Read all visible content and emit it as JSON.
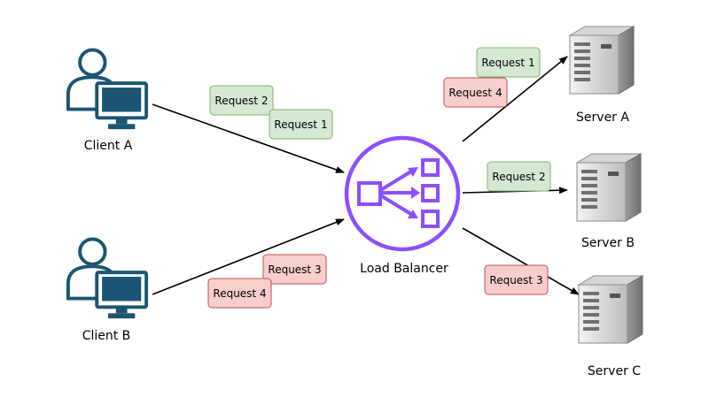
{
  "colors": {
    "client_icon": "#1b5573",
    "balancer": "#8c4fff",
    "green_fill": "#d5e8d4",
    "green_stroke": "#82b366",
    "red_fill": "#f8cecc",
    "red_stroke": "#b85450",
    "server_light": "#ececec",
    "server_dark": "#8a8a8a"
  },
  "icons": {
    "client": "user-computer-icon",
    "balancer": "load-balancer-icon",
    "server": "server-tower-icon"
  },
  "clients": [
    {
      "label": "Client A"
    },
    {
      "label": "Client B"
    }
  ],
  "load_balancer": {
    "label": "Load Balancer"
  },
  "servers": [
    {
      "label": "Server A"
    },
    {
      "label": "Server B"
    },
    {
      "label": "Server C"
    }
  ],
  "requests": [
    {
      "label": "Request 2",
      "from": "Client A",
      "to": "Load Balancer",
      "color": "green"
    },
    {
      "label": "Request 1",
      "from": "Client A",
      "to": "Load Balancer",
      "color": "green"
    },
    {
      "label": "Request 3",
      "from": "Client B",
      "to": "Load Balancer",
      "color": "red"
    },
    {
      "label": "Request 4",
      "from": "Client B",
      "to": "Load Balancer",
      "color": "red"
    },
    {
      "label": "Request 1",
      "from": "Load Balancer",
      "to": "Server A",
      "color": "green"
    },
    {
      "label": "Request 4",
      "from": "Load Balancer",
      "to": "Server A",
      "color": "red"
    },
    {
      "label": "Request 2",
      "from": "Load Balancer",
      "to": "Server B",
      "color": "green"
    },
    {
      "label": "Request 3",
      "from": "Load Balancer",
      "to": "Server C",
      "color": "red"
    }
  ]
}
